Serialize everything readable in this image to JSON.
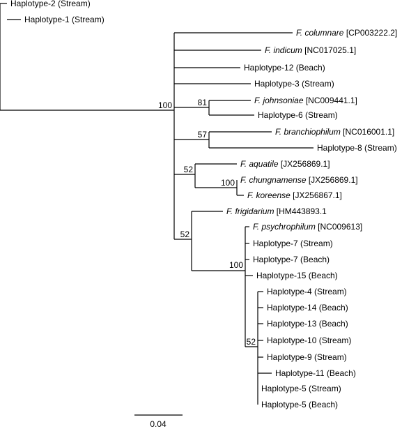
{
  "tree": {
    "taxa": [
      {
        "id": "h2",
        "prefix": "",
        "name": "Haplotype-2 (Stream)"
      },
      {
        "id": "h1",
        "prefix": "",
        "name": "Haplotype-1 (Stream)"
      },
      {
        "id": "col",
        "prefix": "F. columnare",
        "name": " [CP003222.2]"
      },
      {
        "id": "ind",
        "prefix": "F. indicum",
        "name": " [NC017025.1]"
      },
      {
        "id": "h12",
        "prefix": "",
        "name": "Haplotype-12 (Beach)"
      },
      {
        "id": "h3",
        "prefix": "",
        "name": "Haplotype-3 (Stream)"
      },
      {
        "id": "joh",
        "prefix": "F. johnsoniae",
        "name": " [NC009441.1]"
      },
      {
        "id": "h6",
        "prefix": "",
        "name": "Haplotype-6 (Stream)"
      },
      {
        "id": "bra",
        "prefix": "F. branchiophilum",
        "name": " [NC016001.1]"
      },
      {
        "id": "h8",
        "prefix": "",
        "name": "Haplotype-8 (Stream)"
      },
      {
        "id": "aqu",
        "prefix": "F. aquatile",
        "name": " [JX256869.1]"
      },
      {
        "id": "chu",
        "prefix": "F. chungnamense",
        "name": " [JX256869.1]"
      },
      {
        "id": "kor",
        "prefix": "F. koreense",
        "name": " [JX256867.1]"
      },
      {
        "id": "fri",
        "prefix": "F. frigidarium",
        "name": " [HM443893.1"
      },
      {
        "id": "psy",
        "prefix": "F. psychrophilum",
        "name": " [NC009613]"
      },
      {
        "id": "h7s",
        "prefix": "",
        "name": "Haplotype-7 (Stream)"
      },
      {
        "id": "h7b",
        "prefix": "",
        "name": "Haplotype-7 (Beach)"
      },
      {
        "id": "h15",
        "prefix": "",
        "name": "Haplotype-15 (Beach)"
      },
      {
        "id": "h4",
        "prefix": "",
        "name": "Haplotype-4 (Stream)"
      },
      {
        "id": "h14",
        "prefix": "",
        "name": "Haplotype-14 (Beach)"
      },
      {
        "id": "h13",
        "prefix": "",
        "name": "Haplotype-13 (Beach)"
      },
      {
        "id": "h10",
        "prefix": "",
        "name": "Haplotype-10 (Stream)"
      },
      {
        "id": "h9",
        "prefix": "",
        "name": "Haplotype-9 (Stream)"
      },
      {
        "id": "h11",
        "prefix": "",
        "name": "Haplotype-11 (Beach)"
      },
      {
        "id": "h5s",
        "prefix": "",
        "name": "Haplotype-5 (Stream)"
      },
      {
        "id": "h5b",
        "prefix": "",
        "name": "Haplotype-5 (Beach)"
      }
    ],
    "support_values": {
      "root_clade": "100",
      "johnsoniae_clade": "81",
      "branchiophilum_clade": "57",
      "aquatile_clade": "52",
      "chungnamense_clade": "100",
      "frigidarium_clade": "52",
      "psychrophilum_clade": "100",
      "haplotype_clade": "52"
    },
    "scale_bar_label": "0.04"
  }
}
